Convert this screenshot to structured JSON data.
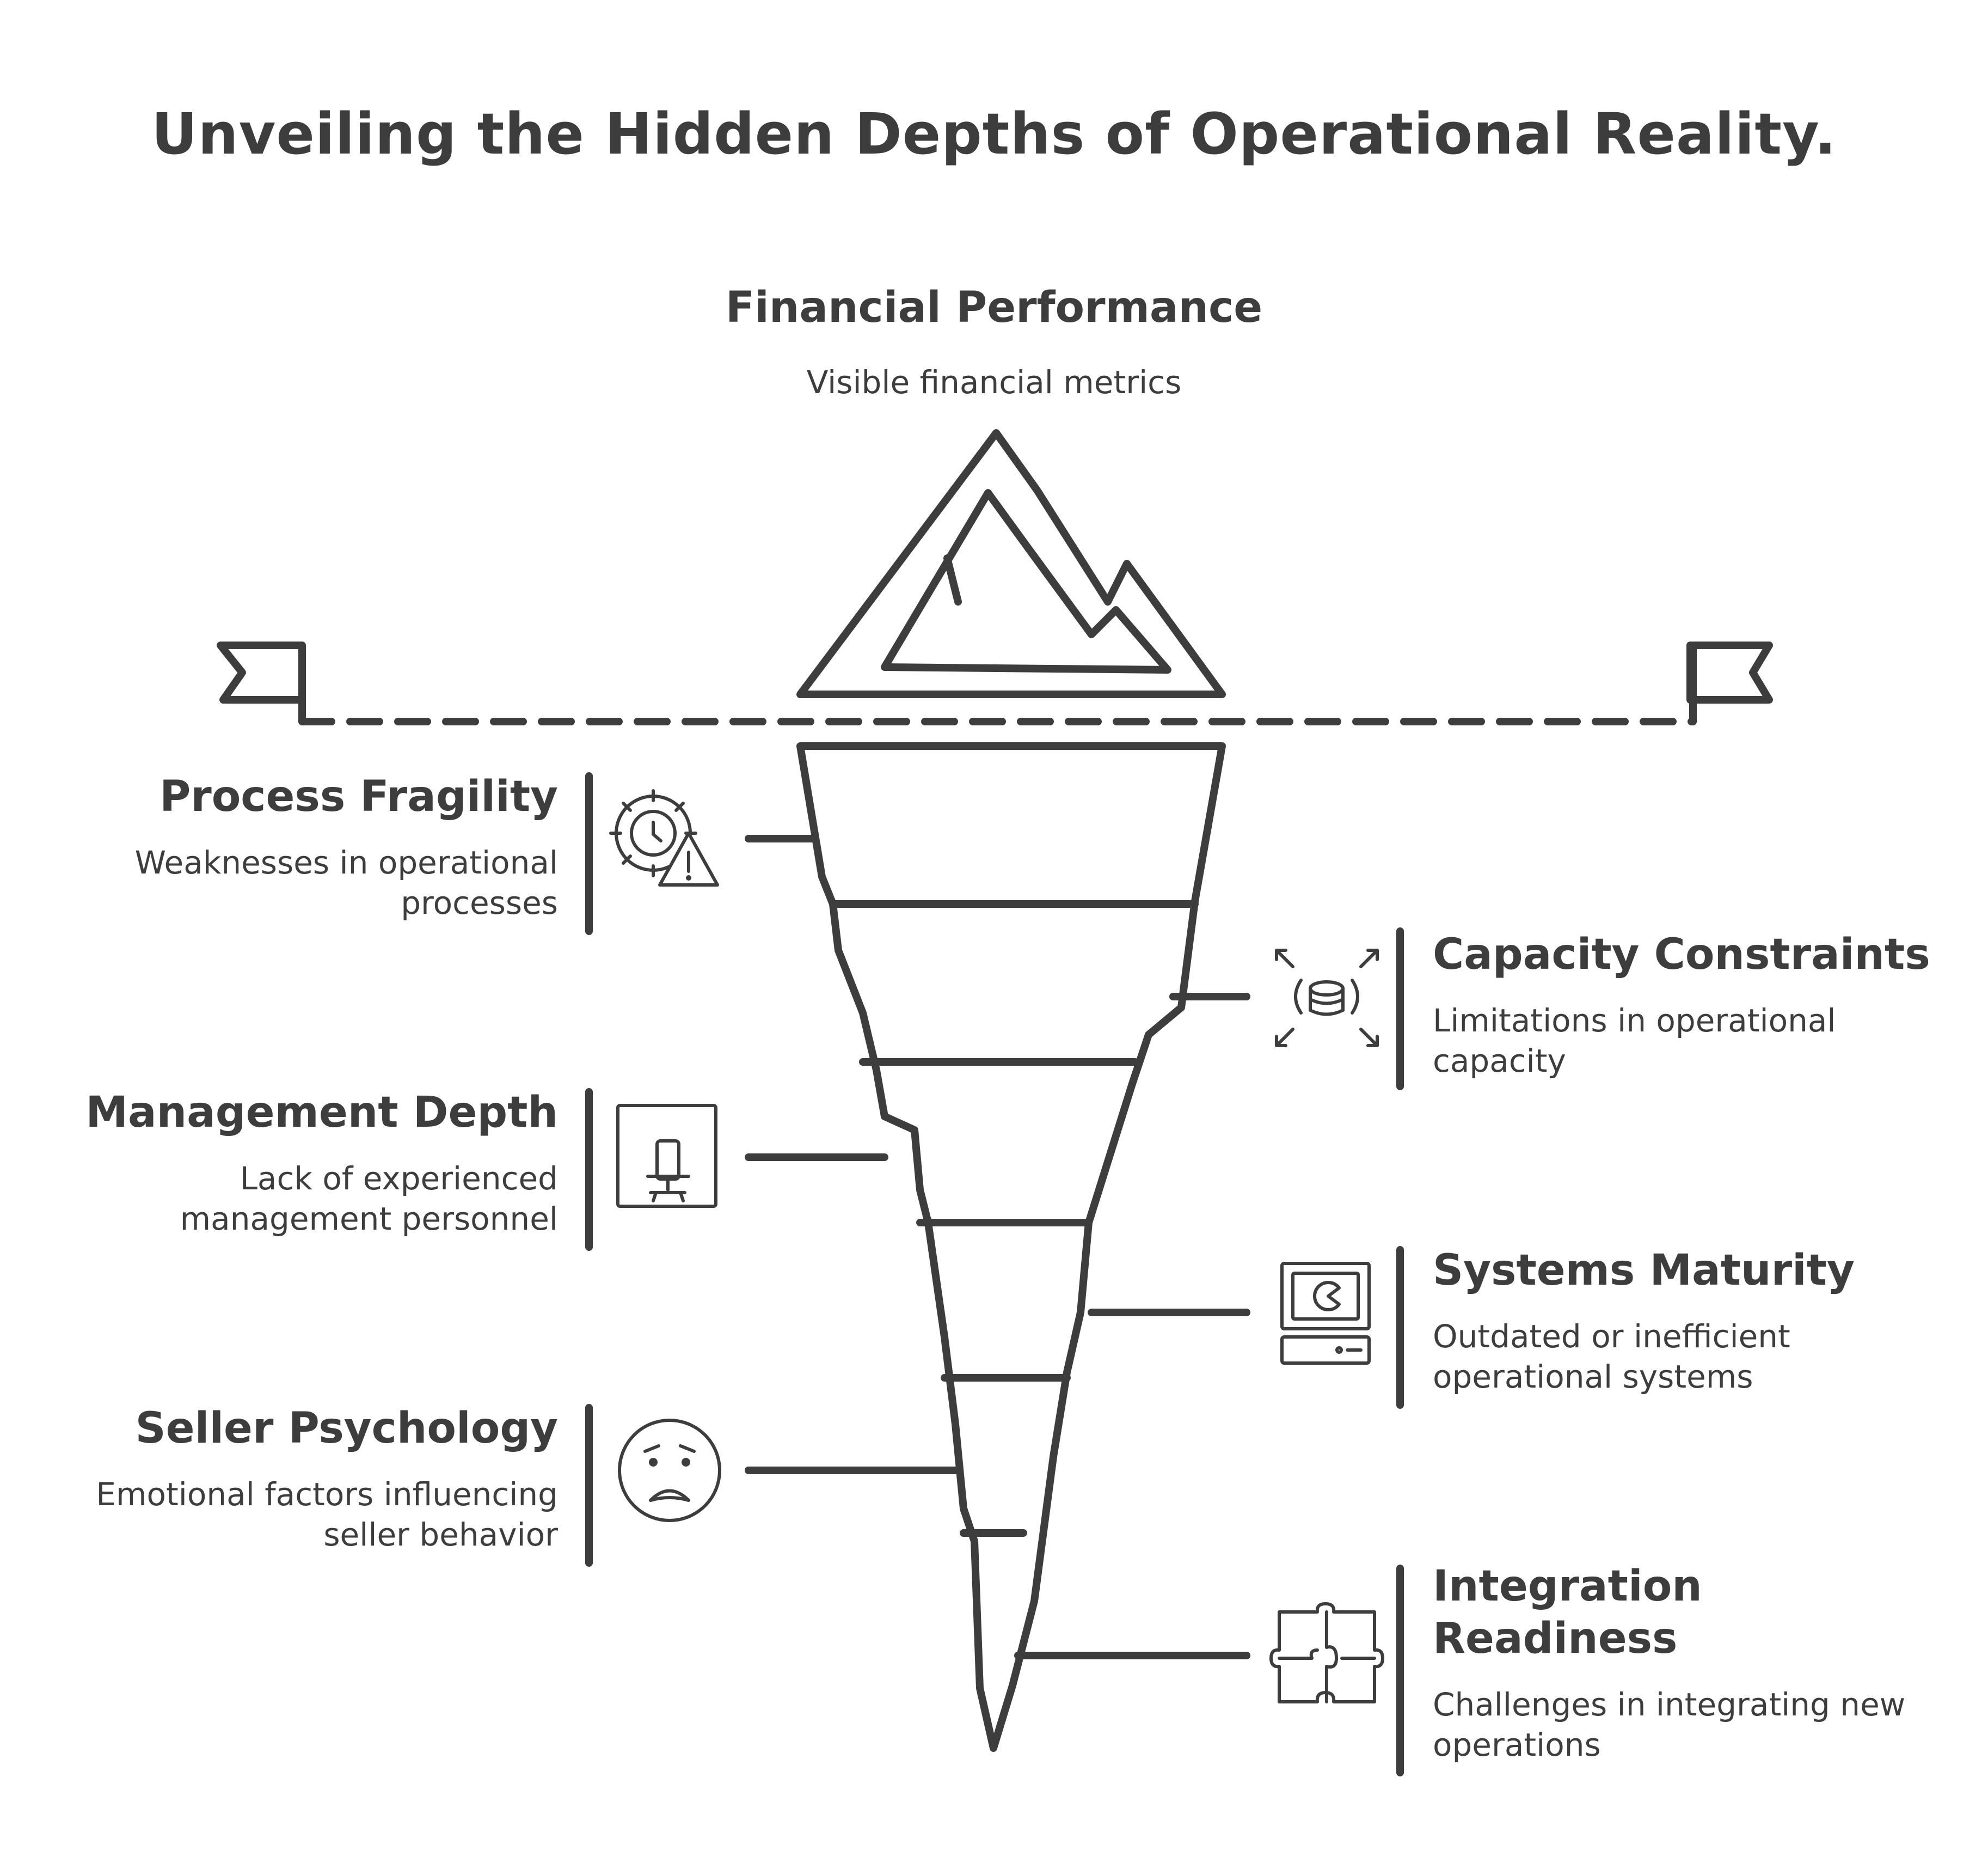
{
  "title": "Unveiling the Hidden Depths of Operational Reality.",
  "top": {
    "heading": "Financial Performance",
    "description": "Visible financial metrics"
  },
  "items": [
    {
      "heading": "Process Fragility",
      "description": "Weaknesses in operational processes",
      "icon": "gear-warning-icon"
    },
    {
      "heading": "Capacity Constraints",
      "description": "Limitations in operational capacity",
      "icon": "database-expand-icon"
    },
    {
      "heading": "Management Depth",
      "description": "Lack of experienced management personnel",
      "icon": "office-chair-icon"
    },
    {
      "heading": "Systems Maturity",
      "description": "Outdated or inefficient operational systems",
      "icon": "old-computer-icon"
    },
    {
      "heading": "Seller Psychology",
      "description": "Emotional factors influencing seller behavior",
      "icon": "worried-face-icon"
    },
    {
      "heading": "Integration Readiness",
      "description": "Challenges in integrating new operations",
      "icon": "puzzle-icon"
    }
  ],
  "colors": {
    "ink": "#3d3d3d",
    "background": "#ffffff"
  }
}
